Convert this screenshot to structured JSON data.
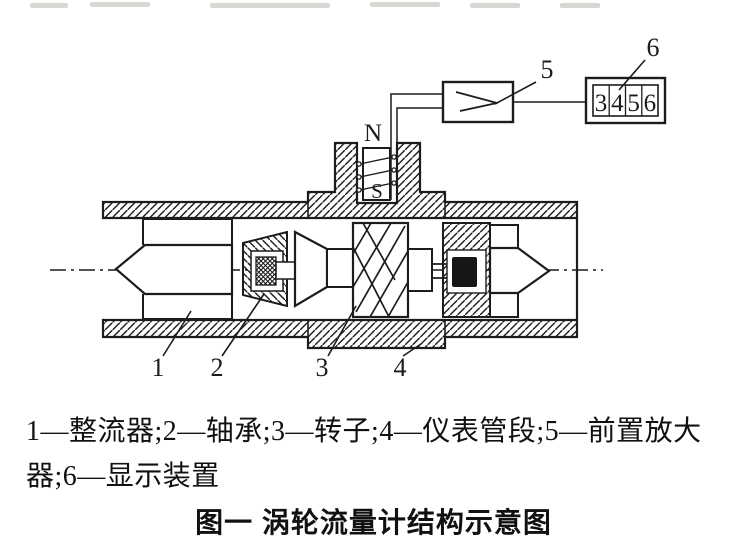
{
  "doc": {
    "legend_line1": "1—整流器;2—轴承;3—转子;4—仪表管段;5—前置放大",
    "legend_line2": "器;6—显示装置",
    "title": "图一 涡轮流量计结构示意图"
  },
  "diagram": {
    "magnet": {
      "n": "N",
      "s": "S"
    },
    "display": {
      "digits": [
        "3",
        "4",
        "5",
        "6"
      ]
    },
    "part_labels": [
      "1",
      "2",
      "3",
      "4",
      "5",
      "6"
    ],
    "legend_parts": [
      {
        "num": "1",
        "name": "整流器"
      },
      {
        "num": "2",
        "name": "轴承"
      },
      {
        "num": "3",
        "name": "转子"
      },
      {
        "num": "4",
        "name": "仪表管段"
      },
      {
        "num": "5",
        "name": "前置放大器"
      },
      {
        "num": "6",
        "name": "显示装置"
      }
    ],
    "colors": {
      "ink": "#1c1c1c",
      "paper": "#ffffff"
    }
  }
}
